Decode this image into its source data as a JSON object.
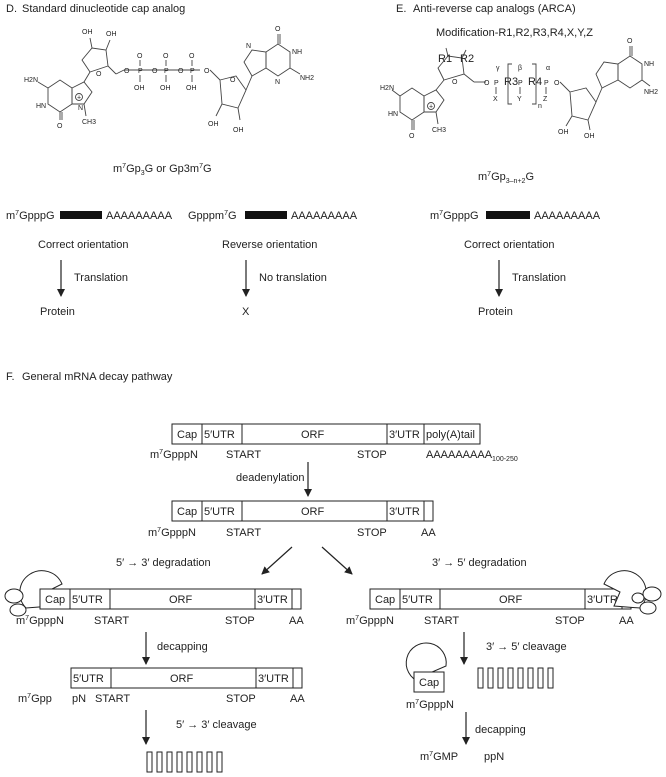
{
  "panel_d": {
    "letter": "D.",
    "title": "Standard dinucleotide cap analog",
    "formula_prefix": "m",
    "formula_sup": "7",
    "formula_mid": "Gp",
    "formula_sub": "3",
    "formula_rest": "G or Gp3m",
    "formula_sup2": "7",
    "formula_end": "G",
    "correct": {
      "prefix": "m",
      "sup": "7",
      "rest": "GpppG",
      "tail": "AAAAAAAAA",
      "orientation": "Correct orientation",
      "arrow_label": "Translation",
      "result": "Protein"
    },
    "reverse": {
      "prefix": "Gpppm",
      "sup": "7",
      "rest": "G",
      "tail": "AAAAAAAAA",
      "orientation": "Reverse orientation",
      "arrow_label": "No translation",
      "result": "X"
    }
  },
  "panel_e": {
    "letter": "E.",
    "title": "Anti-reverse cap analogs (ARCA)",
    "modification": "Modification-R1,R2,R3,R4,X,Y,Z",
    "formula_prefix": "m",
    "formula_sup": "7",
    "formula_mid": "Gp",
    "formula_sub": "3–n+2",
    "formula_end": "G",
    "construct": {
      "prefix": "m",
      "sup": "7",
      "rest": "GpppG",
      "tail": "AAAAAAAAA",
      "orientation": "Correct orientation",
      "arrow_label": "Translation",
      "result": "Protein"
    },
    "chem_labels": {
      "r1": "R1",
      "r2": "R2",
      "r3": "R3",
      "r4": "R4",
      "x": "X",
      "y": "Y",
      "z": "Z",
      "n": "n",
      "gamma": "γ",
      "beta": "β",
      "alpha": "α"
    }
  },
  "panel_f": {
    "letter": "F.",
    "title": "General mRNA decay pathway",
    "segments": {
      "cap": "Cap",
      "utr5": "5′UTR",
      "orf": "ORF",
      "utr3": "3′UTR",
      "polya": "poly(A)tail"
    },
    "cap_prefix": "m",
    "cap_sup": "7",
    "cap_rest": "GpppN",
    "start": "START",
    "stop": "STOP",
    "polya_seq": "AAAAAAAAA",
    "polya_sub": "100-250",
    "aa": "AA",
    "deadenylation": "deadenylation",
    "left_title": "5′ → 3′ degradation",
    "right_title": "3′ → 5′ degradation",
    "decapping": "decapping",
    "gpp_prefix": "m",
    "gpp_sup": "7",
    "gpp_rest": "Gpp",
    "pn": "pN",
    "cleavage_53": "5′ → 3′ cleavage",
    "cleavage_35": "3′ → 5′ cleavage",
    "gmp_prefix": "m",
    "gmp_sup": "7",
    "gmp_rest": "GMP",
    "ppn": "ppN"
  },
  "chem_atoms": {
    "oh": "OH",
    "o": "O",
    "p": "P",
    "n": "N",
    "nh": "NH",
    "nh2": "NH2",
    "h2n": "H2N",
    "ch3": "CH3",
    "hn": "HN",
    "plus": "+",
    "h": "H"
  }
}
